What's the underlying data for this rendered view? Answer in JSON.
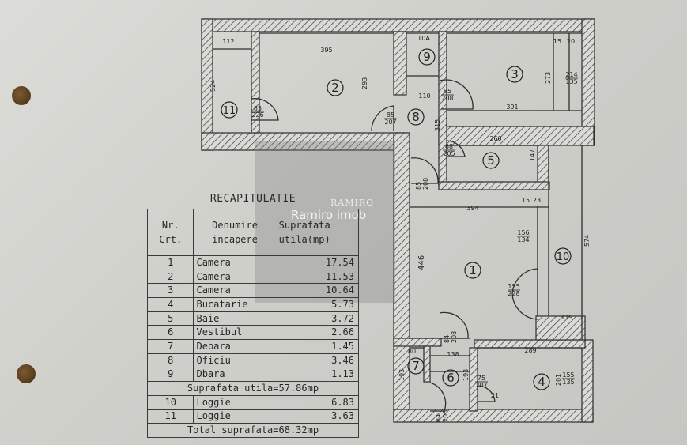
{
  "table": {
    "title": "RECAPITULATIE",
    "header": {
      "nr": "Nr.",
      "crt": "Crt.",
      "denumire": "Denumire",
      "incapere": "incapere",
      "suprafata": "Suprafata",
      "utila": "utila(mp)"
    },
    "rows": [
      {
        "nr": "1",
        "name": "Camera",
        "area": "17.54"
      },
      {
        "nr": "2",
        "name": "Camera",
        "area": "11.53"
      },
      {
        "nr": "3",
        "name": "Camera",
        "area": "10.64"
      },
      {
        "nr": "4",
        "name": "Bucatarie",
        "area": "5.73"
      },
      {
        "nr": "5",
        "name": "Baie",
        "area": "3.72"
      },
      {
        "nr": "6",
        "name": "Vestibul",
        "area": "2.66"
      },
      {
        "nr": "7",
        "name": "Debara",
        "area": "1.45"
      },
      {
        "nr": "8",
        "name": "Oficiu",
        "area": "3.46"
      },
      {
        "nr": "9",
        "name": "Dbara",
        "area": "1.13"
      }
    ],
    "subtotal": "Suprafata utila=57.86mp",
    "extra_rows": [
      {
        "nr": "10",
        "name": "Loggie",
        "area": "6.83"
      },
      {
        "nr": "11",
        "name": "Loggie",
        "area": "3.63"
      }
    ],
    "total": "Total suprafata=68.32mp"
  },
  "watermark": {
    "small": "RAMIRO",
    "main": "Ramiro imob"
  },
  "rooms": [
    "1",
    "2",
    "3",
    "4",
    "5",
    "6",
    "7",
    "8",
    "9",
    "10",
    "11"
  ],
  "dimensions": {
    "d112": "112",
    "d395": "395",
    "d10a": "10A",
    "d391": "391",
    "d260": "260",
    "d394": "394",
    "d289": "289",
    "d138": "138",
    "d80": "80",
    "d119": "119",
    "d324": "324",
    "d293": "293",
    "d273": "273",
    "d147": "147",
    "d446": "446",
    "d574": "574",
    "d315": "315",
    "d110": "110",
    "d15a": "15",
    "d20": "20",
    "d23": "23",
    "d15b": "15",
    "d193a": "193",
    "d193b": "193",
    "d201": "201",
    "door_11": [
      "85",
      "226"
    ],
    "door_8": [
      "85",
      "207"
    ],
    "door_9": [
      "85",
      "208"
    ],
    "door_5": [
      "68",
      "205"
    ],
    "door_214": [
      "214",
      "135"
    ],
    "door_156": [
      "156",
      "134"
    ],
    "door_155": [
      "155",
      "228"
    ],
    "door_1b": [
      "84",
      "208"
    ],
    "door_75": [
      "75",
      "207"
    ],
    "door_155b": [
      "155",
      "135"
    ],
    "door_84b": [
      "84",
      "206"
    ],
    "door_85c": [
      "85",
      "208"
    ],
    "d21": "21"
  },
  "colors": {
    "wall_fill": "#d8d8d4",
    "wall_line": "#2e2e2e",
    "ink": "#222222"
  }
}
